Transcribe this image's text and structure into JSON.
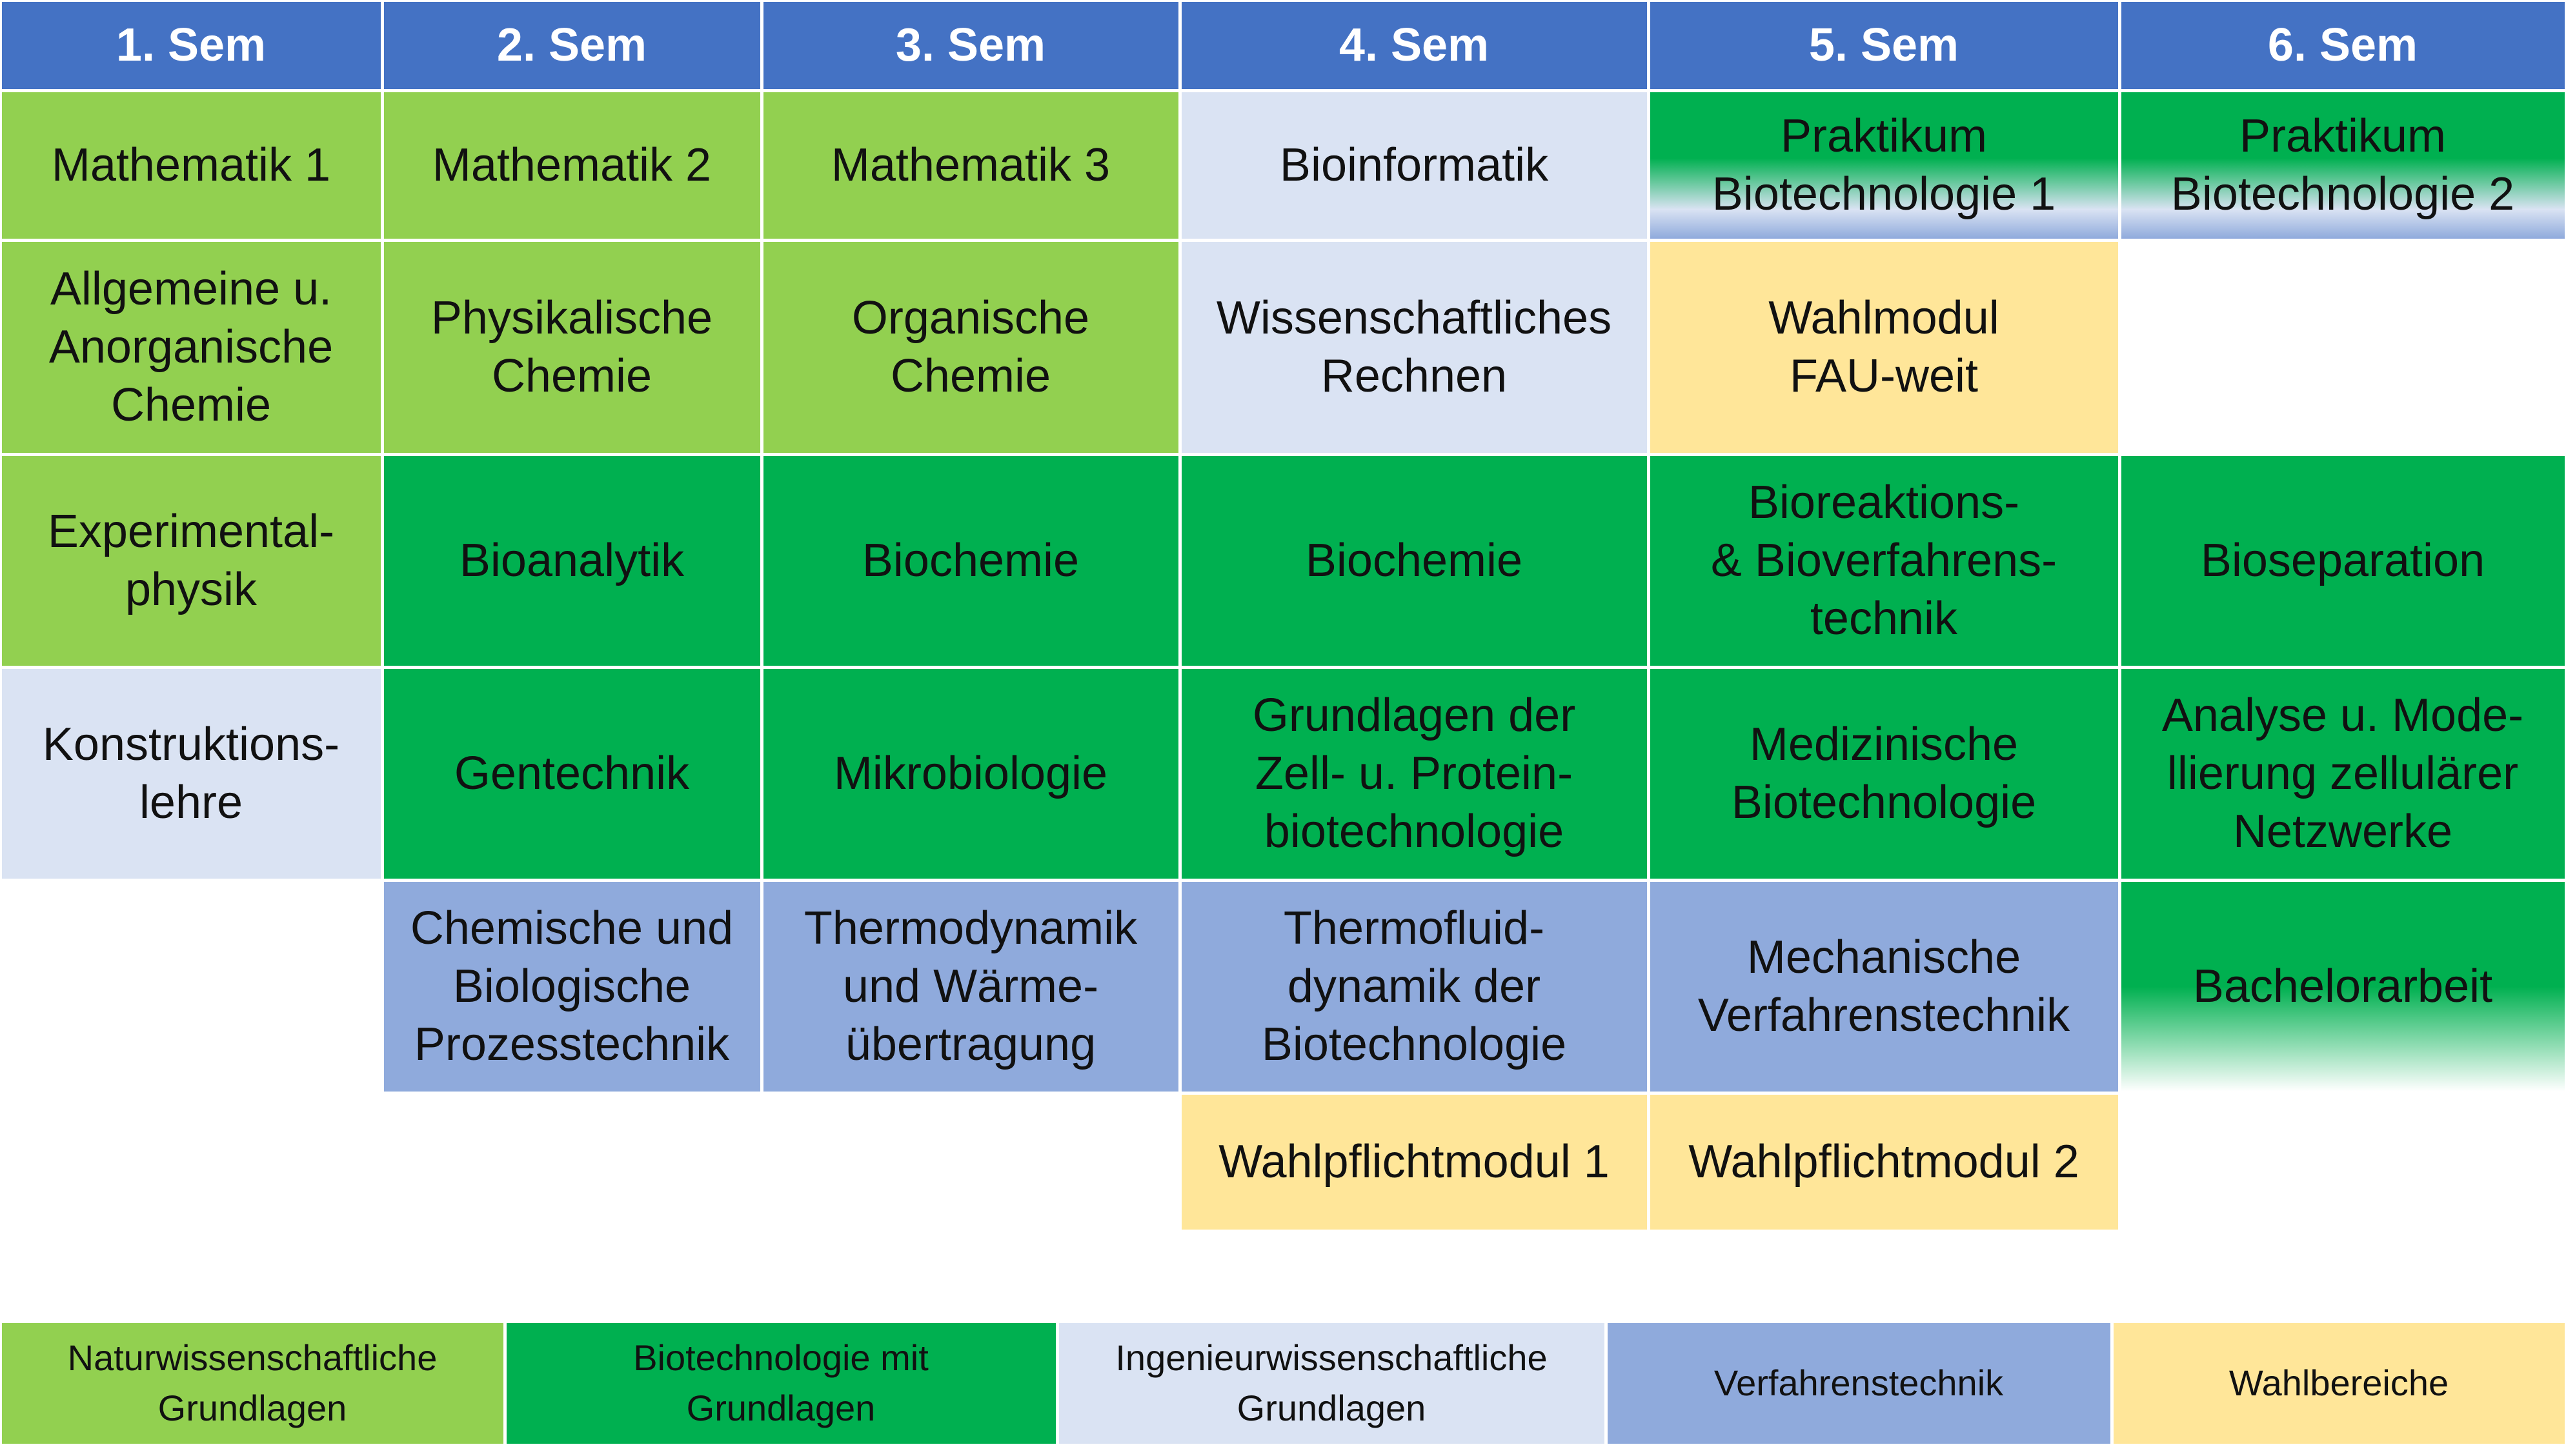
{
  "colors": {
    "header": "#4472C4",
    "naturwissenschaftliche_grundlagen": "#92D050",
    "biotechnologie_mit_grundlagen": "#00B050",
    "ingenieurwissenschaftliche_grundlagen": "#DAE3F3",
    "verfahrenstechnik": "#8FAADC",
    "wahlbereiche": "#FFE699"
  },
  "semesters": [
    "1. Sem",
    "2. Sem",
    "3. Sem",
    "4. Sem",
    "5. Sem",
    "6. Sem"
  ],
  "modules": [
    {
      "text": "Mathematik 1",
      "category": "naturwissenschaftliche_grundlagen",
      "semester": 1,
      "row": 1
    },
    {
      "text": "Mathematik 2",
      "category": "naturwissenschaftliche_grundlagen",
      "semester": 2,
      "row": 1
    },
    {
      "text": "Mathematik 3",
      "category": "naturwissenschaftliche_grundlagen",
      "semester": 3,
      "row": 1
    },
    {
      "text": "Bioinformatik",
      "category": "ingenieurwissenschaftliche_grundlagen",
      "semester": 4,
      "row": 1
    },
    {
      "text": "Praktikum\nBiotechnologie 1",
      "category": "biotechnologie_mit_grundlagen",
      "semester": 5,
      "row": 1,
      "style": "gradient-blue"
    },
    {
      "text": "Praktikum\nBiotechnologie 2",
      "category": "biotechnologie_mit_grundlagen",
      "semester": 6,
      "row": 1,
      "style": "gradient-blue"
    },
    {
      "text": "Allgemeine u.\nAnorganische\nChemie",
      "category": "naturwissenschaftliche_grundlagen",
      "semester": 1,
      "row": 2
    },
    {
      "text": "Physikalische\nChemie",
      "category": "naturwissenschaftliche_grundlagen",
      "semester": 2,
      "row": 2
    },
    {
      "text": "Organische\nChemie",
      "category": "naturwissenschaftliche_grundlagen",
      "semester": 3,
      "row": 2
    },
    {
      "text": "Wissenschaftliches\nRechnen",
      "category": "ingenieurwissenschaftliche_grundlagen",
      "semester": 4,
      "row": 2
    },
    {
      "text": "Wahlmodul\nFAU-weit",
      "category": "wahlbereiche",
      "semester": 5,
      "row": 2
    },
    {
      "text": "Experimental-\nphysik",
      "category": "naturwissenschaftliche_grundlagen",
      "semester": 1,
      "row": 3
    },
    {
      "text": "Bioanalytik",
      "category": "biotechnologie_mit_grundlagen",
      "semester": 2,
      "row": 3
    },
    {
      "text": "Biochemie",
      "category": "biotechnologie_mit_grundlagen",
      "semester": 3,
      "row": 3
    },
    {
      "text": "Biochemie",
      "category": "biotechnologie_mit_grundlagen",
      "semester": 4,
      "row": 3
    },
    {
      "text": "Bioreaktions-\n& Bioverfahrens-\ntechnik",
      "category": "biotechnologie_mit_grundlagen",
      "semester": 5,
      "row": 3
    },
    {
      "text": "Bioseparation",
      "category": "biotechnologie_mit_grundlagen",
      "semester": 6,
      "row": 3
    },
    {
      "text": "Konstruktions-\nlehre",
      "category": "ingenieurwissenschaftliche_grundlagen",
      "semester": 1,
      "row": 4
    },
    {
      "text": "Gentechnik",
      "category": "biotechnologie_mit_grundlagen",
      "semester": 2,
      "row": 4
    },
    {
      "text": "Mikrobiologie",
      "category": "biotechnologie_mit_grundlagen",
      "semester": 3,
      "row": 4
    },
    {
      "text": "Grundlagen der\nZell- u. Protein-\nbiotechnologie",
      "category": "biotechnologie_mit_grundlagen",
      "semester": 4,
      "row": 4
    },
    {
      "text": "Medizinische\nBiotechnologie",
      "category": "biotechnologie_mit_grundlagen",
      "semester": 5,
      "row": 4
    },
    {
      "text": "Analyse u. Mode-\nllierung zellulärer\nNetzwerke",
      "category": "biotechnologie_mit_grundlagen",
      "semester": 6,
      "row": 4
    },
    {
      "text": "Chemische und\nBiologische\nProzesstechnik",
      "category": "verfahrenstechnik",
      "semester": 2,
      "row": 5
    },
    {
      "text": "Thermodynamik\nund Wärme-\nübertragung",
      "category": "verfahrenstechnik",
      "semester": 3,
      "row": 5
    },
    {
      "text": "Thermofluid-\ndynamik der\nBiotechnologie",
      "category": "verfahrenstechnik",
      "semester": 4,
      "row": 5
    },
    {
      "text": "Mechanische\nVerfahrenstechnik",
      "category": "verfahrenstechnik",
      "semester": 5,
      "row": 5
    },
    {
      "text": "Bachelorarbeit",
      "category": "biotechnologie_mit_grundlagen",
      "semester": 6,
      "row": 5,
      "style": "gradient-white"
    },
    {
      "text": "Wahlpflichtmodul 1",
      "category": "wahlbereiche",
      "semester": 4,
      "row": 6
    },
    {
      "text": "Wahlpflichtmodul 2",
      "category": "wahlbereiche",
      "semester": 5,
      "row": 6
    }
  ],
  "legend": [
    {
      "text": "Naturwissenschaftliche\nGrundlagen",
      "category": "naturwissenschaftliche_grundlagen"
    },
    {
      "text": "Biotechnologie mit\nGrundlagen",
      "category": "biotechnologie_mit_grundlagen"
    },
    {
      "text": "Ingenieurwissenschaftliche\nGrundlagen",
      "category": "ingenieurwissenschaftliche_grundlagen"
    },
    {
      "text": "Verfahrenstechnik",
      "category": "verfahrenstechnik"
    },
    {
      "text": "Wahlbereiche",
      "category": "wahlbereiche"
    }
  ]
}
